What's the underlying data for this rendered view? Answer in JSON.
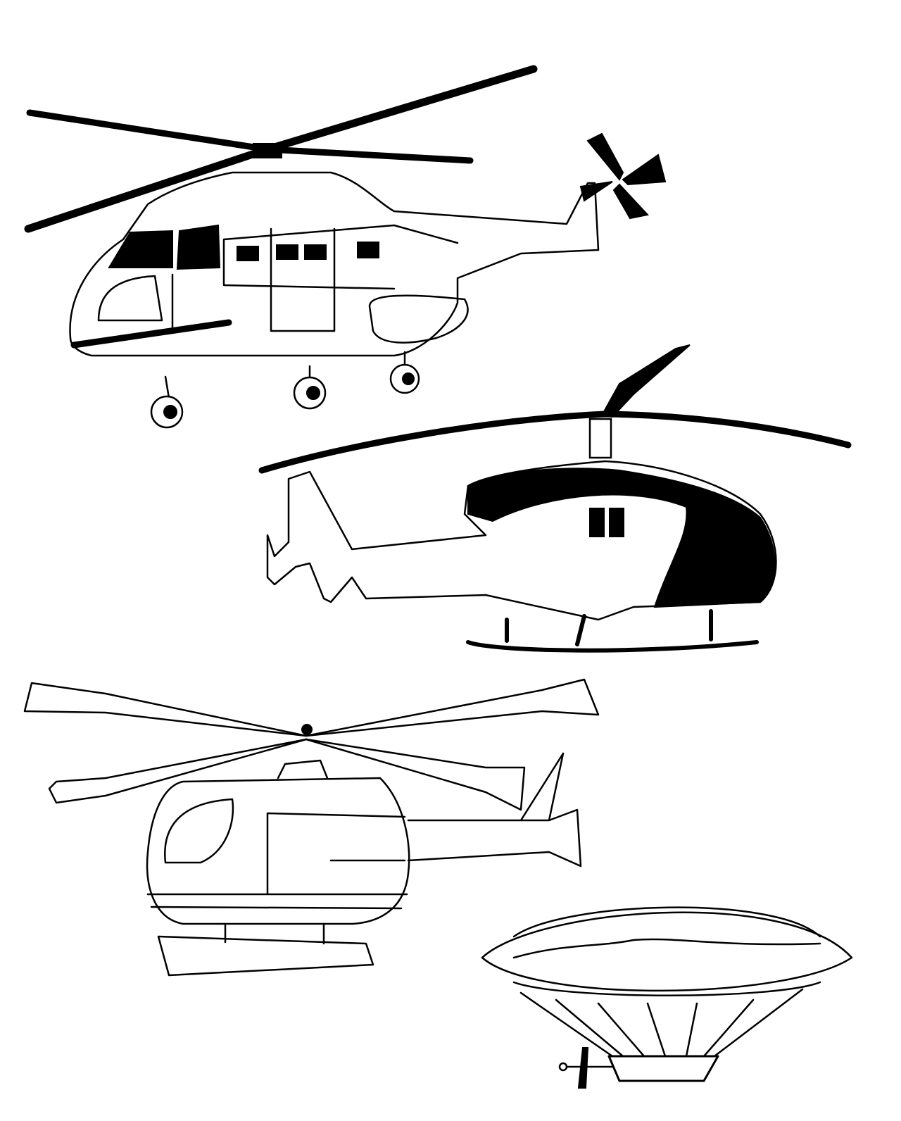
{
  "illustration": {
    "subjects": [
      "large-transport-helicopter",
      "light-helicopter-with-skids",
      "small-helicopter-four-blade-rotor",
      "airship-balloon"
    ],
    "colors": {
      "ink": "#000000",
      "paper": "#ffffff"
    }
  }
}
